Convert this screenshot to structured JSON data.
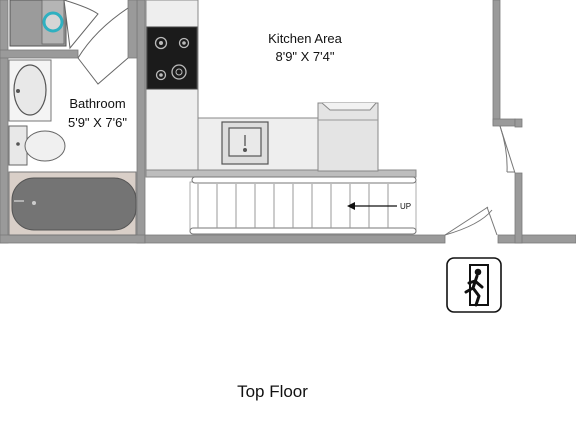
{
  "rooms": {
    "kitchen": {
      "name": "Kitchen Area",
      "dimensions": "8'9\" X 7'4\""
    },
    "bathroom": {
      "name": "Bathroom",
      "dimensions": "5'9\" X 7'6\""
    }
  },
  "stairs": {
    "direction_label": "UP"
  },
  "floor_title": "Top Floor",
  "colors": {
    "wall": "#999999",
    "wall_outline": "#777777",
    "fixture": "#e6e6e6",
    "tub": "#777777",
    "cooktop": "#1a1a1a"
  },
  "icons": [
    "emergency-exit-icon",
    "stove-icon",
    "sink-icon",
    "toilet-icon",
    "bathtub-icon",
    "washer-icon"
  ]
}
